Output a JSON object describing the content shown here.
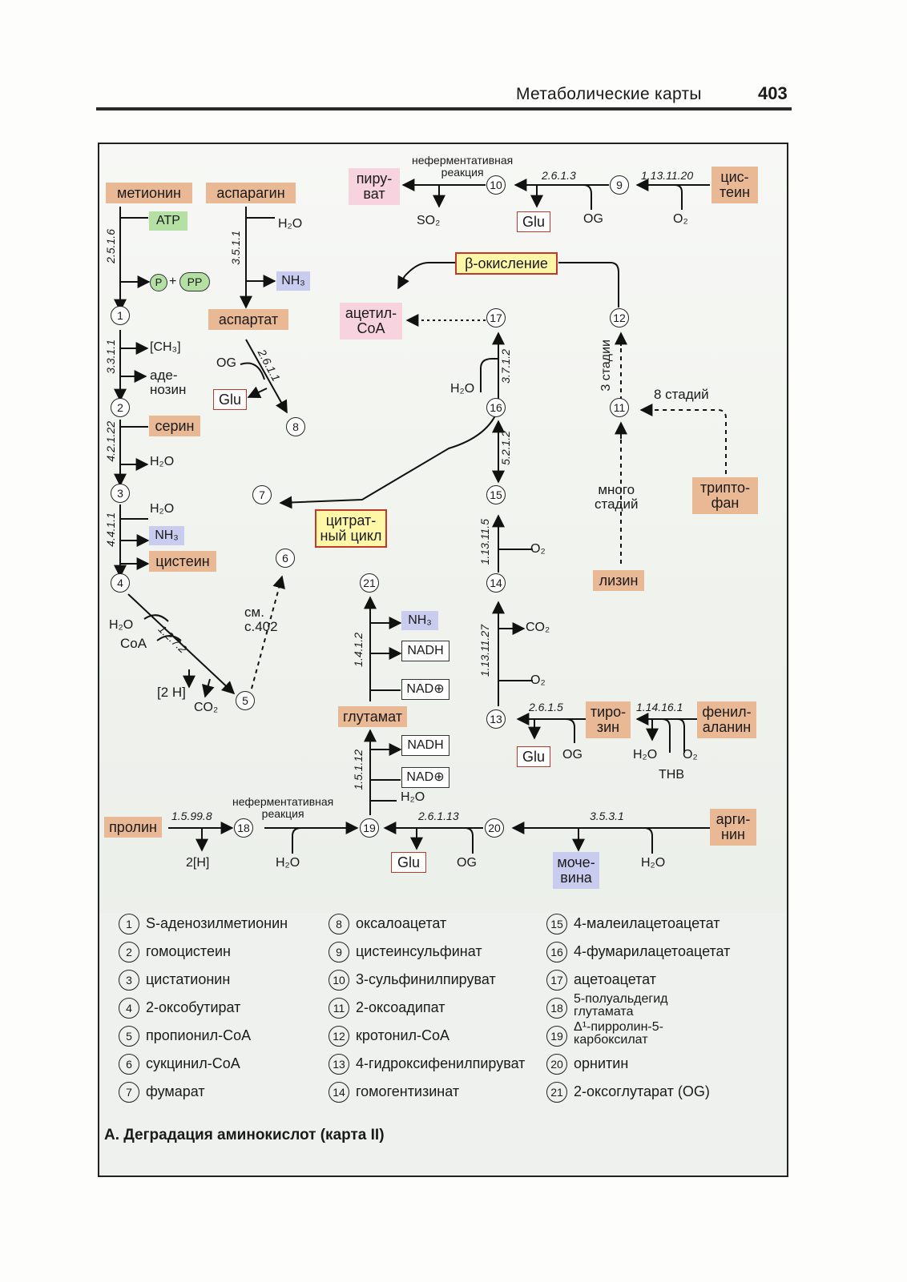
{
  "header": {
    "title": "Метаболические карты",
    "page": "403"
  },
  "caption": "А. Деградация аминокислот (карта II)",
  "nodes": {
    "methionine": "метионин",
    "asparagine": "аспарагин",
    "aspartate": "аспартат",
    "pyruvate": "пиру-\nват",
    "cysteine_top": "цис-\nтеин",
    "acetyl_coa": "ацетил-\nCoA",
    "beta_ox": "β-окисление",
    "citrate_cycle": "цитрат-\nный цикл",
    "serine": "серин",
    "cysteine_left": "цистеин",
    "tryptophan": "трипто-\nфан",
    "lysine": "лизин",
    "glutamate": "глутамат",
    "tyrosine": "тиро-\nзин",
    "phenylalanine": "фенил-\nаланин",
    "proline": "пролин",
    "arginine": "арги-\nнин",
    "urea": "моче-\nвина"
  },
  "cofactors": {
    "atp": "ATP",
    "p": "P",
    "plus": "+",
    "pp": "PP",
    "h2o": "H₂O",
    "nh3": "NH₃",
    "ch3": "[CH₃]",
    "adenosine": "аде-\nнозин",
    "coa": "CoA",
    "two_h": "[2 H]",
    "two_h_b": "2[H]",
    "co2": "CO₂",
    "og": "OG",
    "glu": "Glu",
    "so2": "SO₂",
    "o2": "O₂",
    "nadh": "NADH",
    "nad": "NAD⊕",
    "thb": "THB",
    "see_p402": "см.\nс.402",
    "nonenzymatic_top": "неферментативная\nреакция",
    "nonenzymatic_bottom": "неферментативная\nреакция",
    "stages_3": "3 стадии",
    "stages_8": "8 стадий",
    "stages_many": "много\nстадий"
  },
  "enzymes": {
    "e2516": "2.5.1.6",
    "e3511": "3.5.1.1",
    "e3311": "3.3.1.1",
    "e42122": "4.2.1.22",
    "e4411": "4.4.1.1",
    "e1272": "1.2.7.2",
    "e2611a": "2.6.1.1",
    "e2613": "2.6.1.3",
    "e1131120": "1.13.11.20",
    "e3712": "3.7.1.2",
    "e5212": "5.2.1.2",
    "e113115": "1.13.11.5",
    "e1131127": "1.13.11.27",
    "e1412": "1.4.1.2",
    "e15112": "1.5.1.12",
    "e2615": "2.6.1.5",
    "e114161": "1.14.16.1",
    "e15998": "1.5.99.8",
    "e26113": "2.6.1.13",
    "e3531": "3.5.3.1"
  },
  "legend": [
    {
      "n": "1",
      "name": "S-аденозилметионин"
    },
    {
      "n": "2",
      "name": "гомоцистеин"
    },
    {
      "n": "3",
      "name": "цистатионин"
    },
    {
      "n": "4",
      "name": "2-оксобутират"
    },
    {
      "n": "5",
      "name": "пропионил-CoA"
    },
    {
      "n": "6",
      "name": "сукцинил-CoA"
    },
    {
      "n": "7",
      "name": "фумарат"
    },
    {
      "n": "8",
      "name": "оксалоацетат"
    },
    {
      "n": "9",
      "name": "цистеинсульфинат"
    },
    {
      "n": "10",
      "name": "3-сульфинилпируват"
    },
    {
      "n": "11",
      "name": "2-оксоадипат"
    },
    {
      "n": "12",
      "name": "кротонил-CoA"
    },
    {
      "n": "13",
      "name": "4-гидроксифенилпируват"
    },
    {
      "n": "14",
      "name": "гомогентизинат"
    },
    {
      "n": "15",
      "name": "4-малеилацетоацетат"
    },
    {
      "n": "16",
      "name": "4-фумарилацетоацетат"
    },
    {
      "n": "17",
      "name": "ацетоацетат"
    },
    {
      "n": "18",
      "name": "5-полуальдегид\nглутамата"
    },
    {
      "n": "19",
      "name": "Δ¹-пирролин-5-\nкарбоксилат"
    },
    {
      "n": "20",
      "name": "орнитин"
    },
    {
      "n": "21",
      "name": "2-оксоглутарат (OG)"
    }
  ],
  "colors": {
    "amino_acid": "#e9b995",
    "product": "#f6d3df",
    "cofactor_green": "#b5e0a4",
    "cofactor_blue": "#c9ccef",
    "highlight": "#fff7a8",
    "border_red": "#c0392b"
  }
}
